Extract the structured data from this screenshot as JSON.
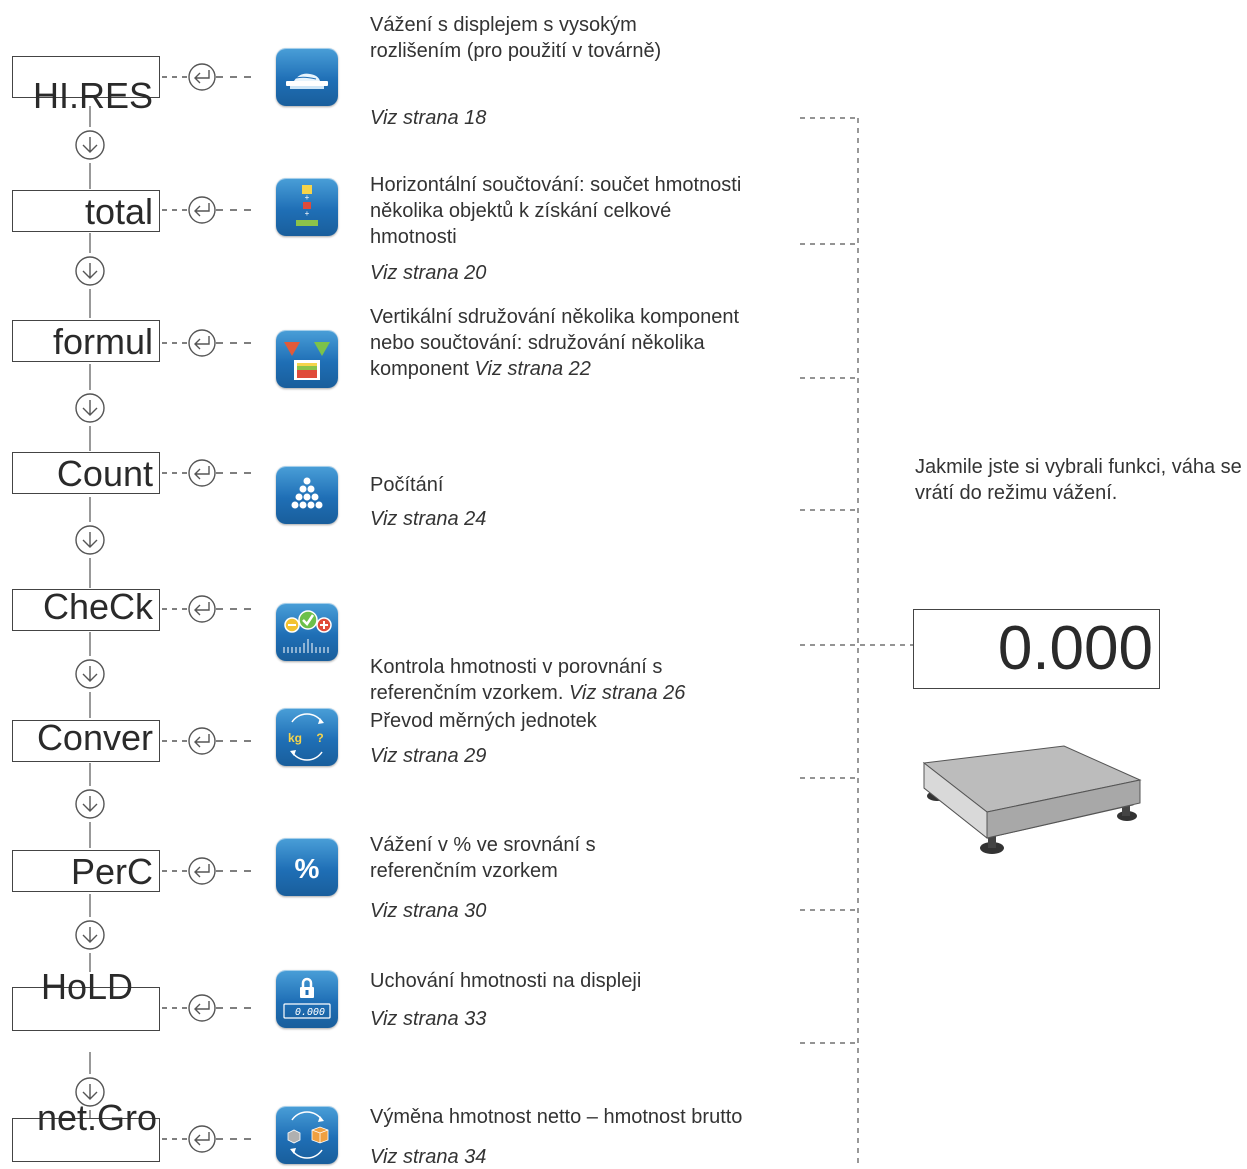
{
  "functions": [
    {
      "code": "HI.RES",
      "icon": "high-resolution-scale-icon",
      "desc": "Vážení s displejem s vysokým rozlišením (pro použití v továrně)",
      "desc_ref": "",
      "ref": "Viz strana 18"
    },
    {
      "code": "total",
      "icon": "totalizing-icon",
      "desc": "Horizontální součtování: součet hmotnosti několika objektů k získání celkové hmotnosti",
      "desc_ref": "",
      "ref": "Viz strana 20"
    },
    {
      "code": "formul",
      "icon": "formulation-icon",
      "desc": "Vertikální sdružování několika komponent nebo součtování: sdružování několika komponent",
      "desc_ref": "Viz strana 22",
      "ref": ""
    },
    {
      "code": "Count",
      "icon": "counting-icon",
      "desc": "Počítání",
      "desc_ref": "",
      "ref": "Viz strana 24"
    },
    {
      "code": "CheCk",
      "icon": "checkweighing-icon",
      "desc": "Kontrola hmotnosti v porovnání s referenčním vzorkem.",
      "desc_ref": "Viz strana 26",
      "ref": ""
    },
    {
      "code": "Conver",
      "icon": "unit-conversion-icon",
      "desc": "Převod měrných jednotek",
      "desc_ref": "",
      "ref": "Viz strana 29"
    },
    {
      "code": "PerC",
      "icon": "percent-icon",
      "desc": "Vážení v % ve srovnání s referenčním vzorkem",
      "desc_ref": "",
      "ref": "Viz strana 30"
    },
    {
      "code": "HoLD",
      "icon": "hold-lock-icon",
      "desc": "Uchování hmotnosti na displeji",
      "desc_ref": "",
      "ref": "Viz strana 33"
    },
    {
      "code": "net.Gro",
      "icon": "net-gross-swap-icon",
      "desc": "Výměna hmotnost netto – hmotnost brutto",
      "desc_ref": "",
      "ref": "Viz strana 34"
    }
  ],
  "icon_texts": {
    "kg": "kg",
    "question": "?",
    "percent": "%",
    "hold_display": "0.000"
  },
  "note": "Jakmile jste si vybrali funkci, váha se vrátí do režimu vážení.",
  "scale_display": "0.000",
  "colors": {
    "icon_blue": "#1f6fb6",
    "line": "#555555"
  }
}
